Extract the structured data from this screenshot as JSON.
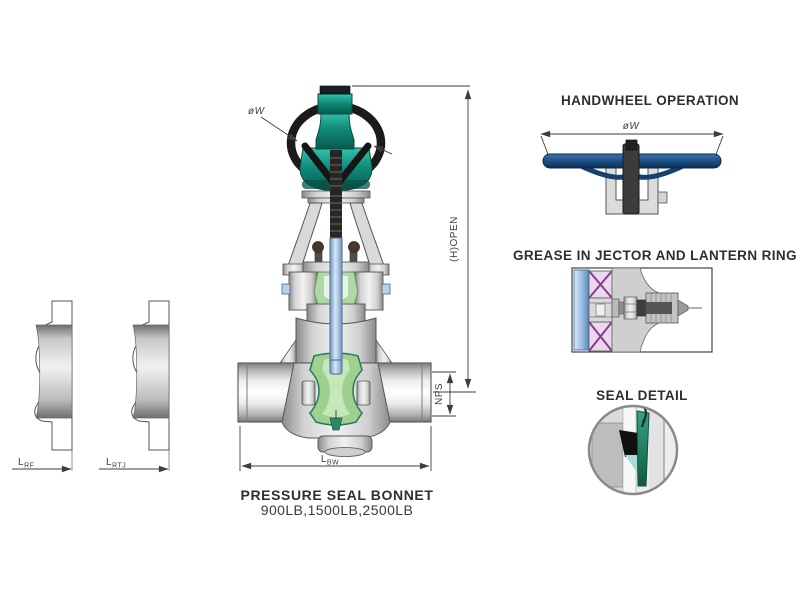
{
  "colors": {
    "teal": "#0f8c7a",
    "handwheel_dark": "#1b1b1b",
    "stem_blue": "#9dc0e2",
    "gate_green": "#9ed190",
    "wheel_navy": "#1c4f86",
    "packing_purple": "#8b3a8f",
    "body_gray": "#d6d6d6",
    "dim_line": "#3d3d3d"
  },
  "main_view": {
    "caption_title": "PRESSURE SEAL BONNET",
    "caption_subtitle": "900LB,1500LB,2500LB",
    "dims": {
      "handwheel_dia": "øW",
      "open_height": "(H)OPEN",
      "port": "NPS",
      "length_main": "L",
      "length_sub": "BW"
    }
  },
  "flange_ends": {
    "rf": {
      "main": "L",
      "sub": "RF"
    },
    "rtj": {
      "main": "L",
      "sub": "RTJ"
    }
  },
  "details": {
    "handwheel": {
      "title": "HANDWHEEL OPERATION",
      "dim": "øW"
    },
    "grease": {
      "title": "GREASE IN JECTOR AND LANTERN RING"
    },
    "seal": {
      "title": "SEAL DETAIL"
    }
  }
}
